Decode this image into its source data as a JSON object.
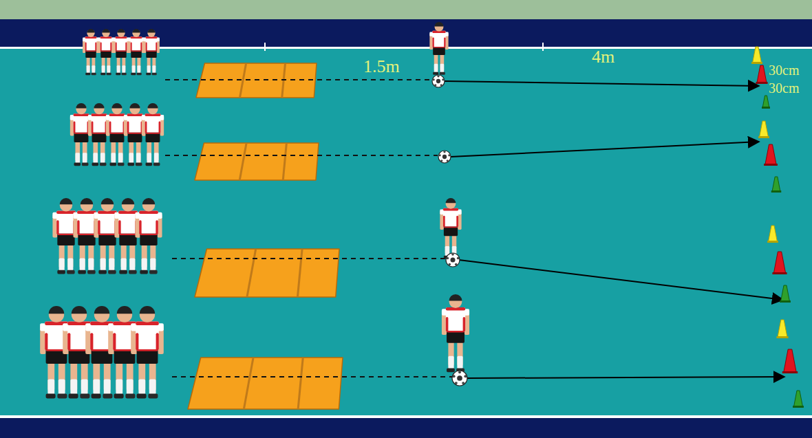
{
  "diagram": {
    "labels": [
      "1.5m",
      "4m",
      "30cm",
      "30cm"
    ]
  }
}
